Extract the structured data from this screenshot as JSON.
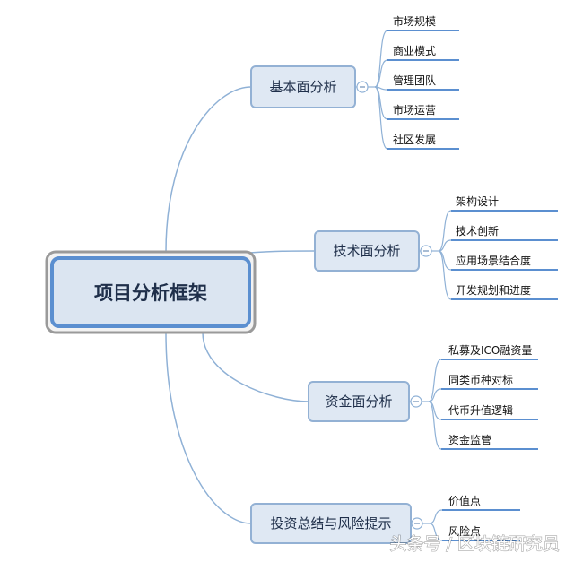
{
  "root": {
    "label": "项目分析框架"
  },
  "branches": [
    {
      "label": "基本面分析",
      "leaves": [
        "市场规模",
        "商业模式",
        "管理团队",
        "市场运营",
        "社区发展"
      ]
    },
    {
      "label": "技术面分析",
      "leaves": [
        "架构设计",
        "技术创新",
        "应用场景结合度",
        "开发规划和进度"
      ]
    },
    {
      "label": "资金面分析",
      "leaves": [
        "私募及ICO融资量",
        "同类币种对标",
        "代币升值逻辑",
        "资金监管"
      ]
    },
    {
      "label": "投资总结与风险提示",
      "leaves": [
        "价值点",
        "风险点"
      ]
    }
  ],
  "watermark": {
    "text": "头条号 / 区块链研究员"
  },
  "colors": {
    "connector": "#8fb1d6",
    "branch_fill": "#dfe8f3",
    "branch_border": "#93b1d4",
    "root_fill": "#dbe5f1",
    "root_border": "#5b8fd0",
    "root_outer": "#9a9a9a",
    "underline": "#5b8fd0"
  },
  "icons": {
    "collapse": "minus-circle-icon"
  }
}
